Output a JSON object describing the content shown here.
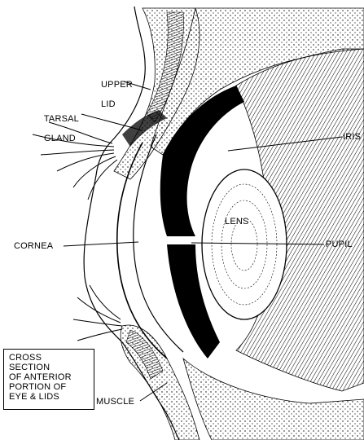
{
  "labels": {
    "upper_lid": [
      "UPPER",
      "LID"
    ],
    "tarsal_gland": [
      "TARSAL",
      "GLAND"
    ],
    "iris": "IRIS",
    "lens": "LENS",
    "cornea": "CORNEA",
    "pupil": "PUPIL",
    "muscle": "MUSCLE"
  },
  "caption": [
    "CROSS",
    "SECTION",
    "OF ANTERIOR",
    "PORTION OF",
    "EYE & LIDS"
  ],
  "colors": {
    "ink": "#000000",
    "paper": "#ffffff"
  }
}
